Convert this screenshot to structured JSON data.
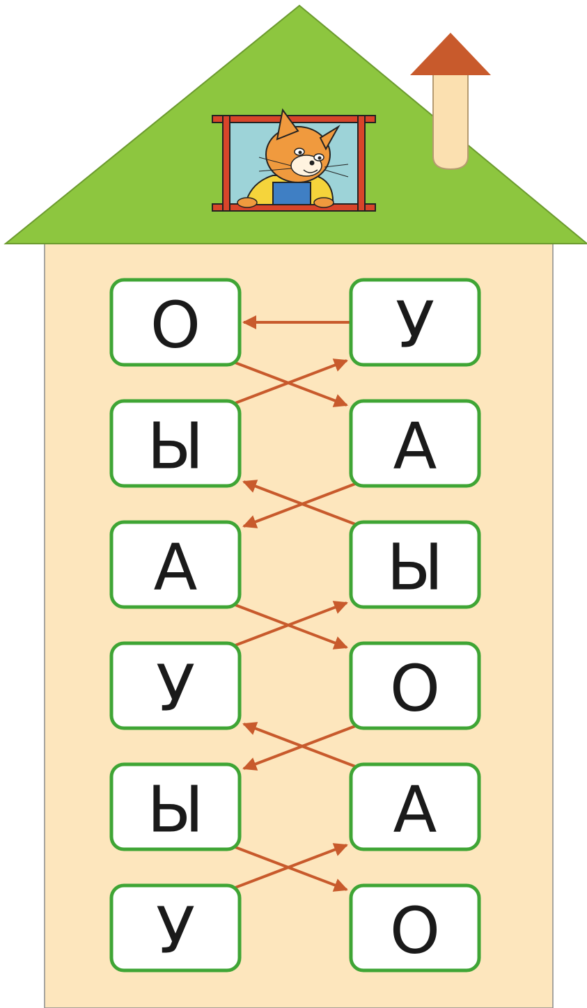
{
  "colors": {
    "roof": "#8dc63f",
    "wall": "#fde6bd",
    "chimney_cap": "#c85a2c",
    "chimney": "#fbe0b0",
    "card_border": "#3fa535",
    "arrow": "#c85a2c",
    "window_frame": "#d8452a",
    "window_glass": "#9dd3d8"
  },
  "left_column": [
    "О",
    "Ы",
    "А",
    "У",
    "Ы",
    "У"
  ],
  "right_column": [
    "У",
    "А",
    "Ы",
    "О",
    "А",
    "О"
  ],
  "connections": [
    {
      "from": "right-0",
      "to": "left-0"
    },
    {
      "from": "left-0",
      "to": "right-1"
    },
    {
      "from": "left-1",
      "to": "right-0"
    },
    {
      "from": "right-1",
      "to": "left-2"
    },
    {
      "from": "right-2",
      "to": "left-1"
    },
    {
      "from": "left-2",
      "to": "right-3"
    },
    {
      "from": "left-3",
      "to": "right-2"
    },
    {
      "from": "right-3",
      "to": "left-4"
    },
    {
      "from": "right-4",
      "to": "left-3"
    },
    {
      "from": "left-4",
      "to": "right-5"
    },
    {
      "from": "left-5",
      "to": "right-4"
    }
  ],
  "icons": {
    "character": "kitten-icon",
    "window": "attic-window-icon"
  }
}
